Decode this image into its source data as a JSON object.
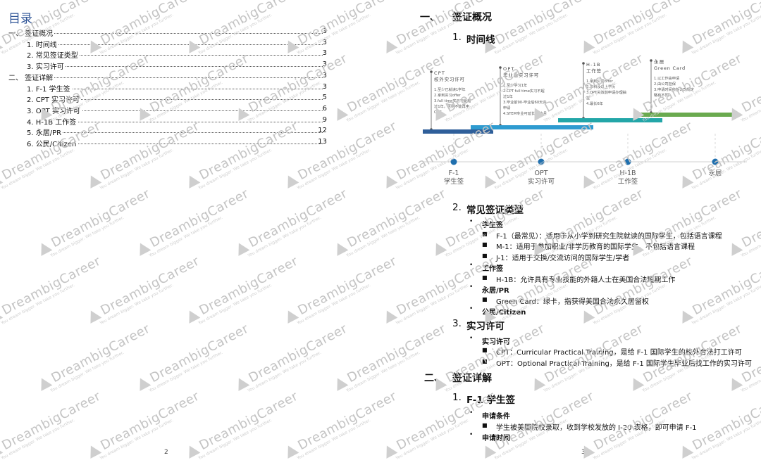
{
  "watermark": {
    "brand": "DreambigCareer",
    "slogan": "You dream bigger. We take you further."
  },
  "left_page": {
    "toc_title": "目录",
    "toc": [
      {
        "label": "一、 签证概况",
        "page": "3",
        "indent": 0
      },
      {
        "label": "1. 时间线",
        "page": "3",
        "indent": 1
      },
      {
        "label": "2. 常见签证类型",
        "page": "3",
        "indent": 1
      },
      {
        "label": "3. 实习许可",
        "page": "3",
        "indent": 1
      },
      {
        "label": "二、 签证详解",
        "page": "3",
        "indent": 0
      },
      {
        "label": "1. F-1 学生签",
        "page": "3",
        "indent": 1
      },
      {
        "label": "2. CPT 实习许可",
        "page": "5",
        "indent": 1
      },
      {
        "label": "3. OPT 实习许可",
        "page": "6",
        "indent": 1
      },
      {
        "label": "4. H-1B 工作签",
        "page": "9",
        "indent": 1
      },
      {
        "label": "5. 永居/PR",
        "page": "12",
        "indent": 1
      },
      {
        "label": "6. 公民/Citizen",
        "page": "13",
        "indent": 1
      }
    ],
    "page_number": "2"
  },
  "right_page": {
    "section1_num": "一、",
    "section1_title": "签证概况",
    "sub1_num": "1.",
    "sub1_title": "时间线",
    "timeline": {
      "milestones": [
        {
          "label": "F-1",
          "sub": "学生签"
        },
        {
          "label": "OPT",
          "sub": "实习许可"
        },
        {
          "label": "H-1B",
          "sub": "工作签"
        },
        {
          "label": "永居",
          "sub": ""
        }
      ],
      "cards": [
        {
          "title1": "CPT",
          "title2": "校外实习许可",
          "lines": [
            "1.至少已就读1学年",
            "2.拿到实习offer",
            "3.full time实习不能超",
            "过1年，否则不能再申",
            "OPT"
          ]
        },
        {
          "title1": "OPT",
          "title2": "毕业后实习许可",
          "lines": [
            "1.至少学习1年",
            "2.CPT full time实习不超",
            "过1年",
            "3.毕业前90-毕业后60天内",
            "申请",
            "4.STEM专业可延长24个月"
          ]
        },
        {
          "title1": "H-1B",
          "title2": "工作签",
          "lines": [
            "1.拿到公司offer",
            "2.本科及以上学历",
            "3.OPT失效前申请办理抽",
            "签",
            "4.最长6年"
          ]
        },
        {
          "title1": "永居",
          "title2": "Green Card",
          "lines": [
            "1.以工作由申请",
            "2.由公司担保",
            "3.申请时间依各公司规定",
            "略有不同"
          ]
        }
      ],
      "colors": {
        "dark_blue": "#2f5f9a",
        "mid_blue": "#2e9bd0",
        "teal": "#23a6a8",
        "green": "#6aaa4f",
        "dot": "#1f6fae"
      }
    },
    "sub2_num": "2.",
    "sub2_title": "常见签证类型",
    "visa_types": [
      {
        "name": "学生签",
        "items": [
          "F-1（最常见）：适用于从小学到研究生院就读的国际学生，包括语言课程",
          "M-1：适用于参加职业/非学历教育的国际学生，不包括语言课程",
          "J-1：适用于交换/交流访问的国际学生/学者"
        ]
      },
      {
        "name": "工作签",
        "items": [
          "H-1B：允许具有专业技能的外籍人士在美国合法短期工作"
        ]
      },
      {
        "name": "永居/PR",
        "items": [
          "Green Card：绿卡，指获得美国合法永久居留权"
        ]
      },
      {
        "name": "公民/Citizen",
        "items": []
      }
    ],
    "sub3_num": "3.",
    "sub3_title": "实习许可",
    "permits": {
      "name": "实习许可",
      "items": [
        "CPT：Curricular Practical Training，是给 F-1 国际学生的校外合法打工许可",
        "OPT：Optional Practical Training，是给 F-1 国际学生毕业后找工作的实习许可"
      ]
    },
    "section2_num": "二、",
    "section2_title": "签证详解",
    "sub4_num": "1.",
    "sub4_title": "F-1 学生签",
    "f1": [
      {
        "name": "申请条件",
        "items": [
          "学生被美国院校录取，收到学校发放的 I-20 表格，即可申请 F-1"
        ]
      },
      {
        "name": "申请时间",
        "items": []
      }
    ],
    "page_number": "3"
  }
}
